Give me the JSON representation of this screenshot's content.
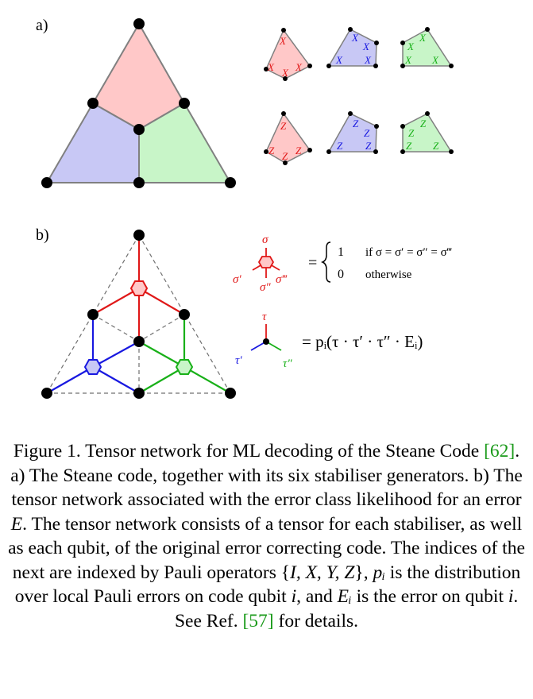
{
  "figure": {
    "label_a": "a)",
    "label_b": "b)",
    "colors": {
      "red": "#ffc8c8",
      "blue": "#c8c8f5",
      "green": "#c8f5c8",
      "red_line": "#e01818",
      "blue_line": "#1818e0",
      "green_line": "#18b018"
    },
    "stabilisers_x": [
      "X",
      "X",
      "X",
      "X"
    ],
    "stabilisers_z": [
      "Z",
      "Z",
      "Z",
      "Z"
    ],
    "equation_1": {
      "lhs_indices": [
        "σ",
        "σ′",
        "σ″",
        "σ‴"
      ],
      "case_1_value": "1",
      "case_1_condition": "if σ = σ′ = σ″ = σ‴",
      "case_2_value": "0",
      "case_2_condition": "otherwise"
    },
    "equation_2": {
      "lhs_indices": [
        "τ",
        "τ′",
        "τ″"
      ],
      "rhs": "= pᵢ(τ · τ′ · τ″ · Eᵢ)"
    }
  },
  "caption": {
    "label": "Figure 1.",
    "t1": "Tensor network for ML decoding of the Steane Code ",
    "ref1": "[62]",
    "t2": ". a) The Steane code, together with its six stabiliser generators. b) The tensor network associated with the error class likelihood for an error ",
    "E": "E",
    "t3": ". The tensor network consists of a tensor for each stabiliser, as well as each qubit, of the original error correcting code. The indices of the next are indexed by Pauli operators {",
    "paulis": "I, X, Y, Z",
    "t4": "}, ",
    "p_i": "pᵢ",
    "t5": " is the distribution over local Pauli errors on code qubit ",
    "i1": "i",
    "t6": ", and ",
    "E_i": "Eᵢ",
    "t7": " is the error on qubit ",
    "i2": "i",
    "t8": ". See Ref. ",
    "ref2": "[57]",
    "t9": " for details."
  }
}
